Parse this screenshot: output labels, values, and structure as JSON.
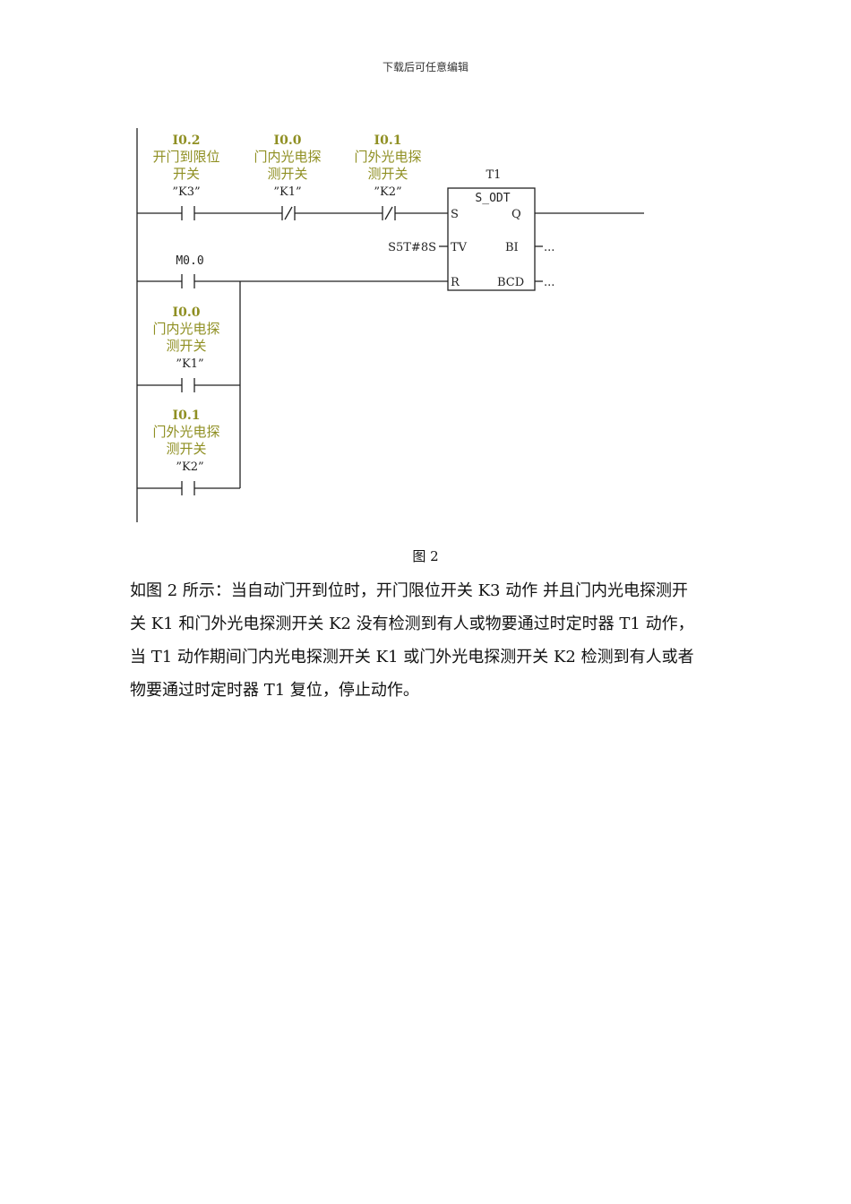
{
  "header": {
    "text": "下载后可任意编辑"
  },
  "diagram": {
    "rung1": {
      "contacts": [
        {
          "address": "I0.2",
          "comment1": "开门到限位",
          "comment2": "开关",
          "symbol": "”K3”",
          "type": "NO"
        },
        {
          "address": "I0.0",
          "comment1": "门内光电探",
          "comment2": "测开关",
          "symbol": "”K1”",
          "type": "NC"
        },
        {
          "address": "I0.1",
          "comment1": "门外光电探",
          "comment2": "测开关",
          "symbol": "”K2”",
          "type": "NC"
        }
      ]
    },
    "timer": {
      "name": "T1",
      "type": "S_ODT",
      "pin_s": "S",
      "pin_q": "Q",
      "pin_tv": "TV",
      "pin_bi": "BI",
      "pin_r": "R",
      "pin_bcd": "BCD",
      "tv_value": "S5T#8S",
      "bi_out": "...",
      "bcd_out": "..."
    },
    "rung2": {
      "m_contact": "M0.0",
      "branches": [
        {
          "address": "I0.0",
          "comment1": "门内光电探",
          "comment2": "测开关",
          "symbol": "”K1”"
        },
        {
          "address": "I0.1",
          "comment1": "门外光电探",
          "comment2": "测开关",
          "symbol": "”K2”"
        }
      ]
    }
  },
  "caption": "图 2",
  "paragraph": {
    "lines": [
      "如图 2 所示：当自动门开到位时，开门限位开关 K3 动作 并且门内光电探测开",
      "关 K1 和门外光电探测开关 K2 没有检测到有人或物要通过时定时器 T1 动作，",
      "当 T1 动作期间门内光电探测开关 K1 或门外光电探测开关 K2 检测到有人或者",
      "物要通过时定时器 T1 复位，停止动作。"
    ]
  }
}
